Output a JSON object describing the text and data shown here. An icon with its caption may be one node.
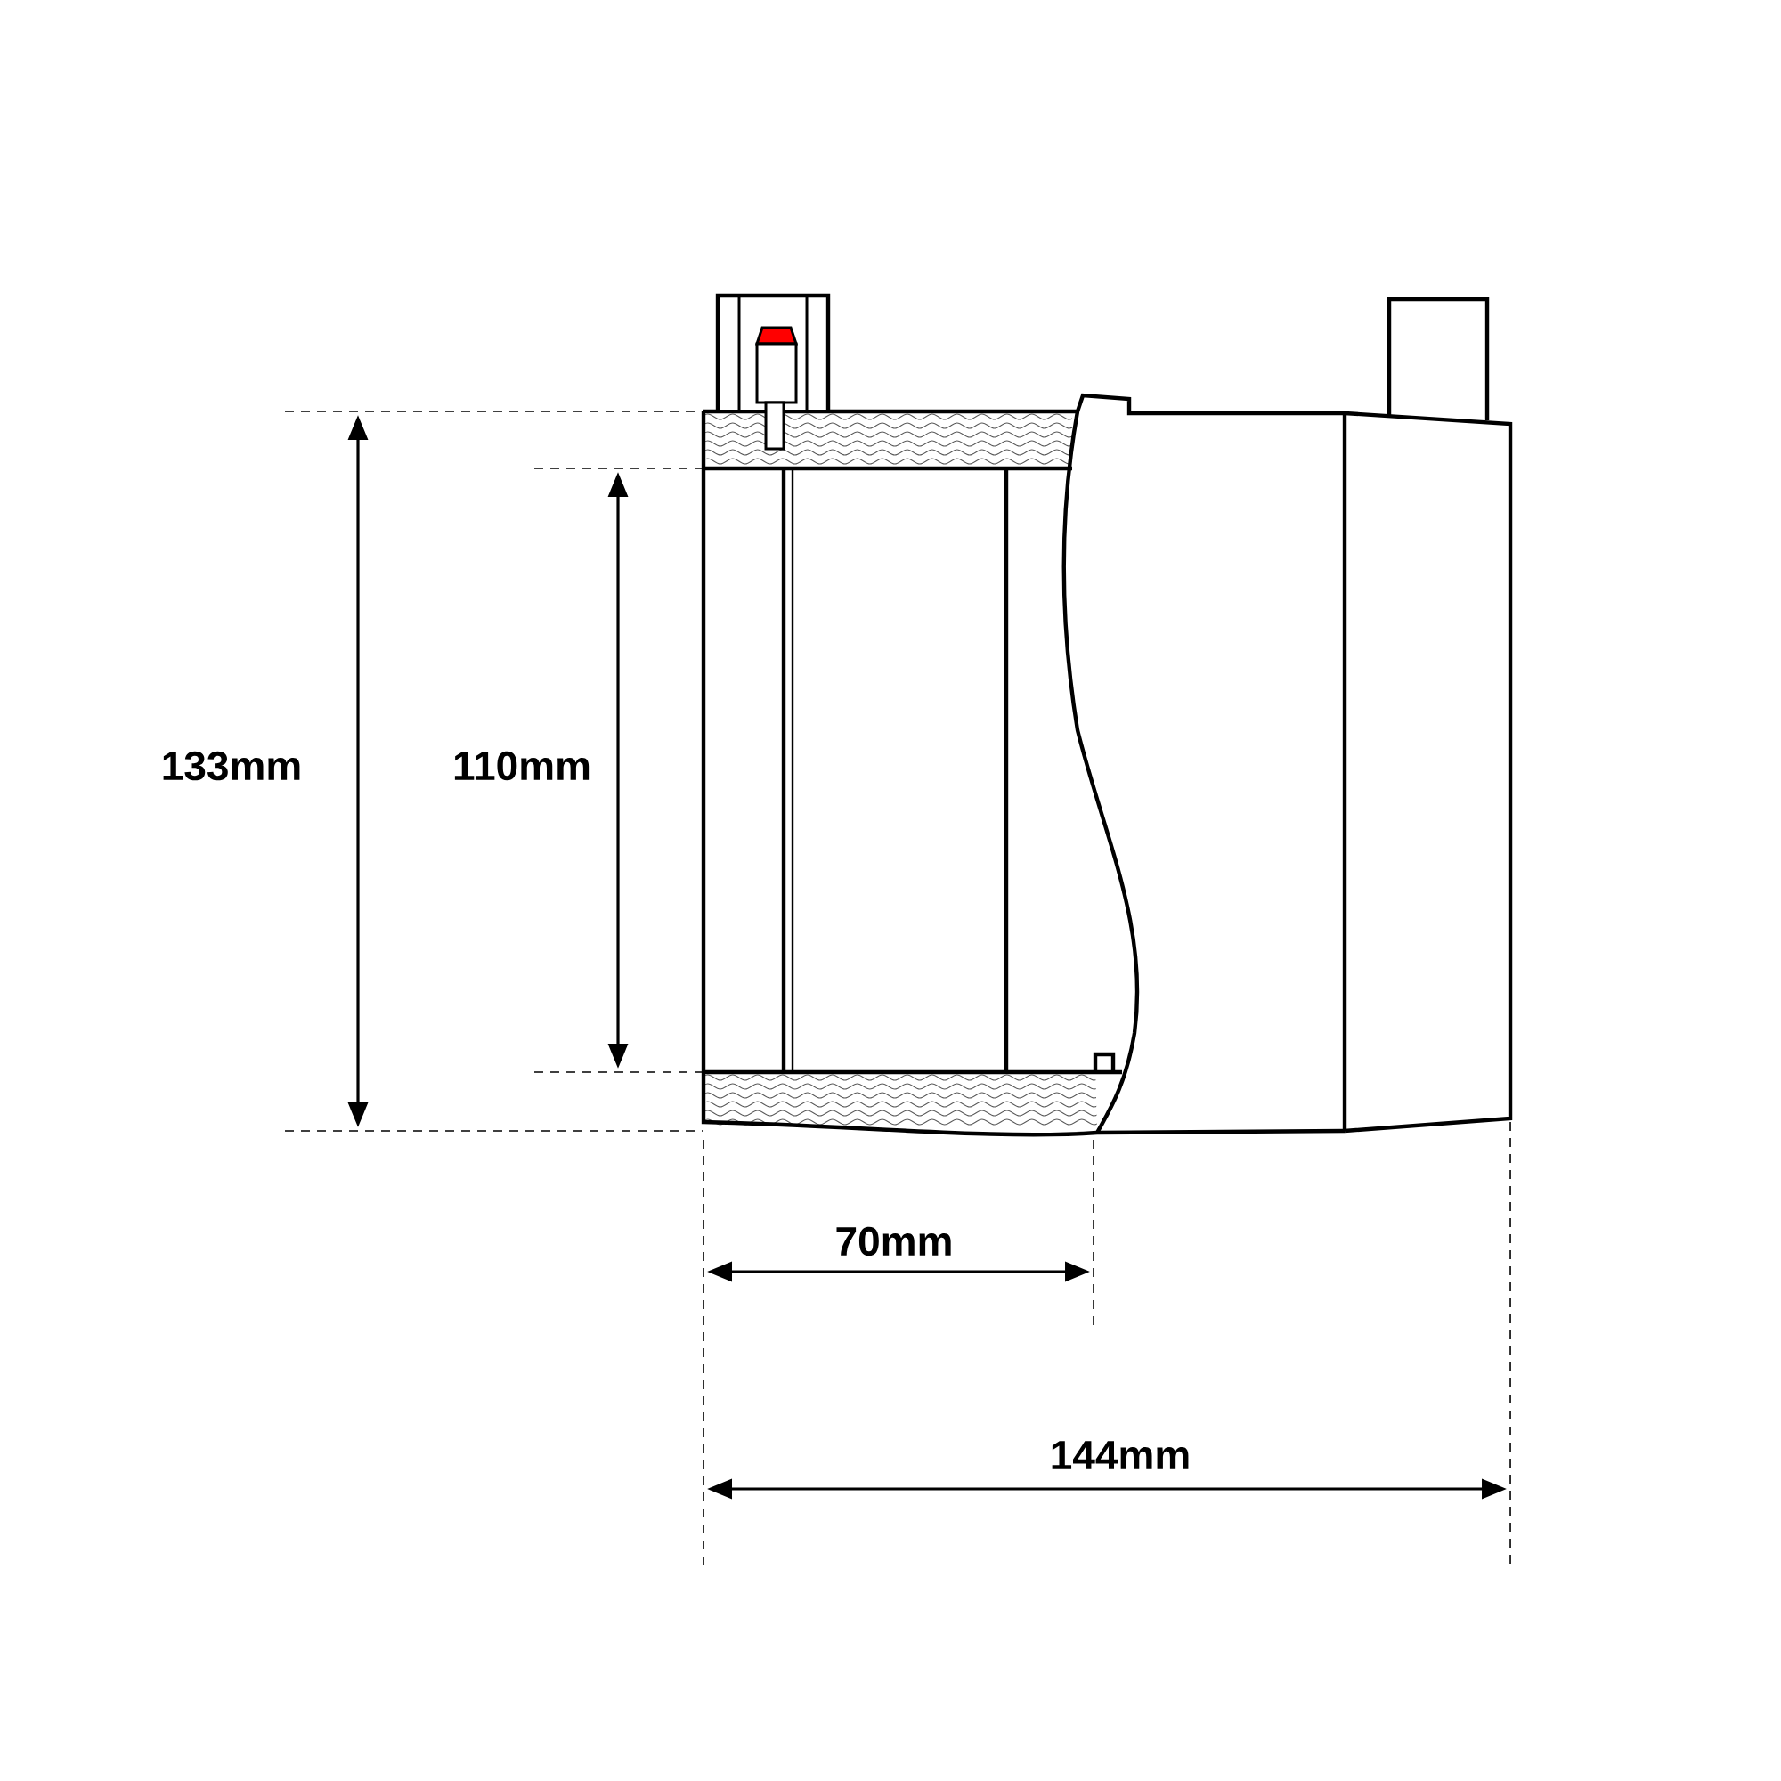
{
  "diagram": {
    "labels": [
      "133mm",
      "110mm",
      "70mm",
      "144mm"
    ]
  }
}
